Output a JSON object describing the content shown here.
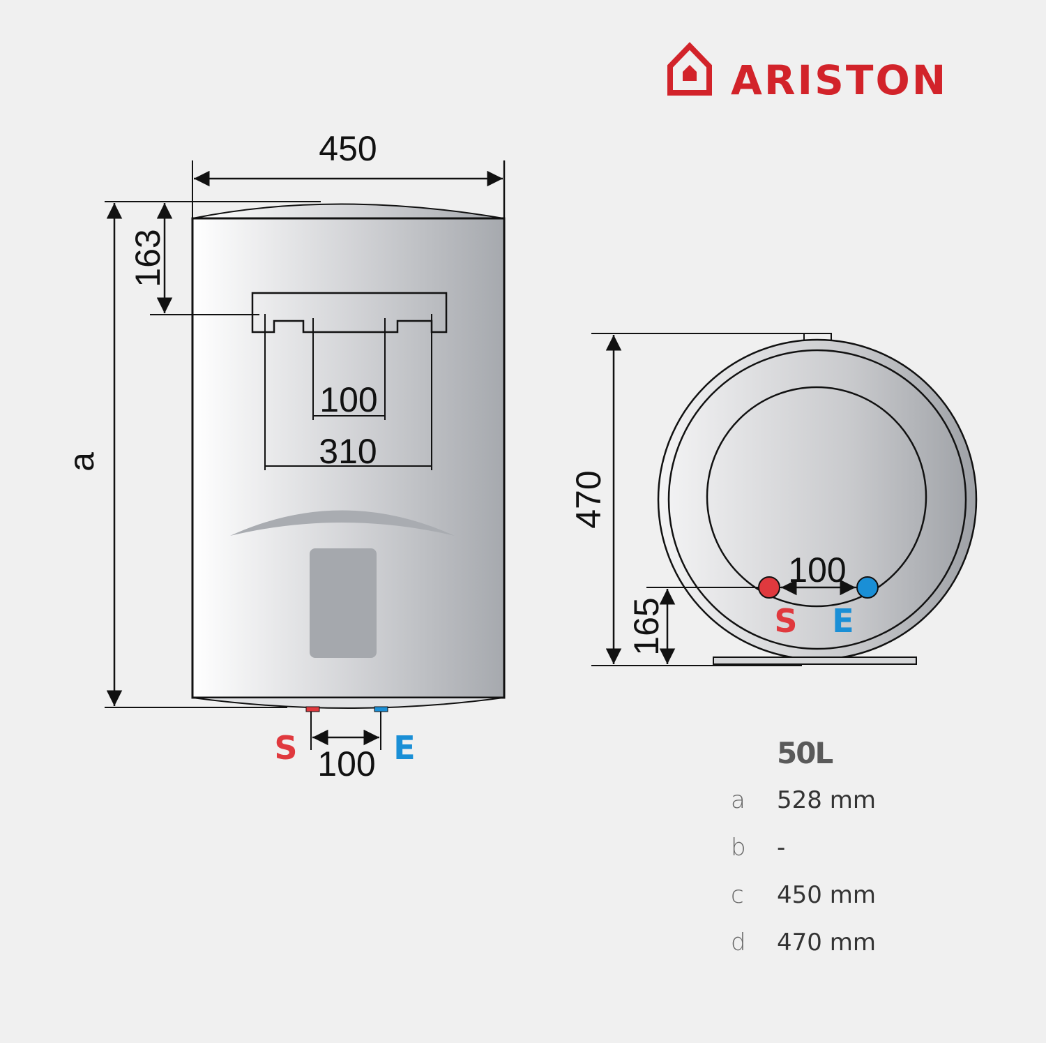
{
  "brand": {
    "name": "ARISTON",
    "logo_icon": "house-icon",
    "color": "#d2232a"
  },
  "front_view": {
    "width_label": "450",
    "top_to_bracket_label": "163",
    "height_label": "a",
    "bracket_inner_label": "100",
    "bracket_outer_label": "310",
    "pipe_spacing_label": "100",
    "outlet_label": "S",
    "inlet_label": "E"
  },
  "side_view": {
    "depth_label": "470",
    "pipe_height_label": "165",
    "pipe_spacing_label": "100",
    "outlet_label": "S",
    "inlet_label": "E"
  },
  "colors": {
    "hot": "#e0393e",
    "cold": "#1a8fd6",
    "background": "#f0f0f0"
  },
  "specs": {
    "model": "50L",
    "rows": [
      {
        "key": "a",
        "value": "528 mm"
      },
      {
        "key": "b",
        "value": "-"
      },
      {
        "key": "c",
        "value": "450 mm"
      },
      {
        "key": "d",
        "value": "470 mm"
      }
    ]
  }
}
